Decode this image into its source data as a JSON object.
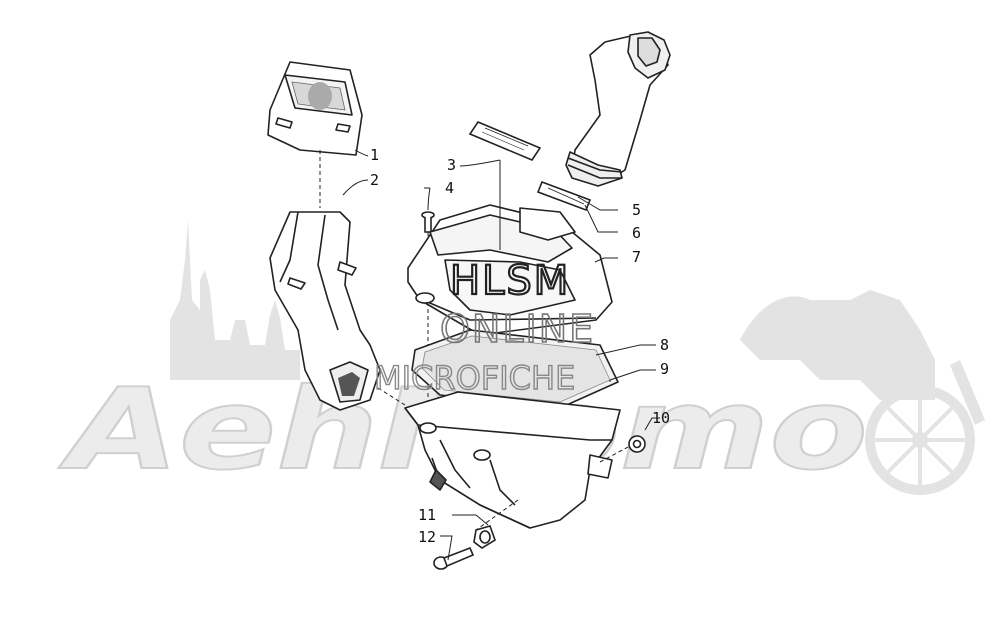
{
  "watermark": {
    "brand": "AehMomo",
    "line1": "HLSM",
    "line2": "ONLINE",
    "line3": "MICROFICHE"
  },
  "callouts": [
    {
      "n": "1"
    },
    {
      "n": "2"
    },
    {
      "n": "3"
    },
    {
      "n": "4"
    },
    {
      "n": "5"
    },
    {
      "n": "6"
    },
    {
      "n": "7"
    },
    {
      "n": "8"
    },
    {
      "n": "9"
    },
    {
      "n": "10"
    },
    {
      "n": "11"
    },
    {
      "n": "12"
    }
  ],
  "colors": {
    "line": "#222222",
    "watermark_gray": "#d9d9d9",
    "part_fill": "#ffffff",
    "mesh": "#9a9a9a"
  }
}
